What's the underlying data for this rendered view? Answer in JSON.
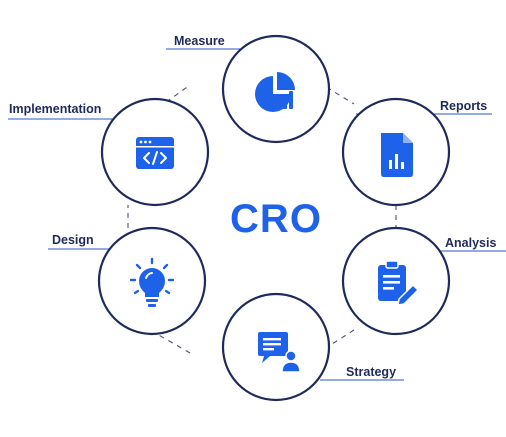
{
  "diagram": {
    "center_label": "CRO",
    "steps": [
      {
        "label": "Measure",
        "icon": "pie-chart-icon"
      },
      {
        "label": "Reports",
        "icon": "report-document-icon"
      },
      {
        "label": "Analysis",
        "icon": "clipboard-edit-icon"
      },
      {
        "label": "Strategy",
        "icon": "presentation-person-icon"
      },
      {
        "label": "Design",
        "icon": "lightbulb-icon"
      },
      {
        "label": "Implementation",
        "icon": "code-window-icon"
      }
    ]
  },
  "colors": {
    "accent": "#1d62e8",
    "circle_border": "#1f2a5c",
    "label_text": "#1f2a5c",
    "connector": "#4a5478",
    "underline": "#2d57c9"
  }
}
